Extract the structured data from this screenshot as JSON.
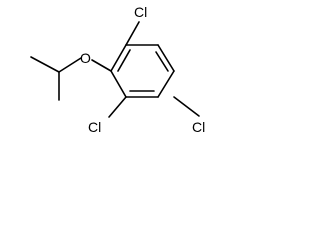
{
  "molecule": {
    "atoms": {
      "cl_top": "Cl",
      "cl_bottom_left": "Cl",
      "cl_bottom_right": "Cl",
      "oxygen": "O"
    }
  },
  "colors": {
    "bond": "#000000",
    "label": "#000000",
    "background": "#ffffff"
  }
}
